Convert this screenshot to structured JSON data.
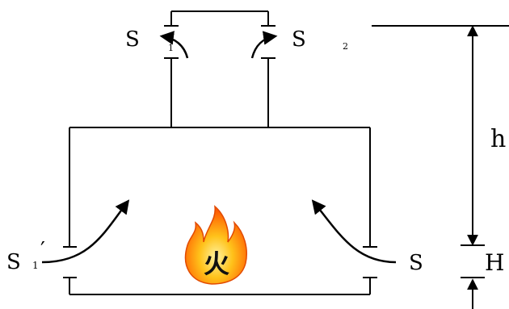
{
  "labels": {
    "s1": "S",
    "s1_sub": "1",
    "s2": "S",
    "s2_sub": "2",
    "s1_prime": "S",
    "s1_prime_sub": "1",
    "s1_prime_mark": "′",
    "s_right": "S",
    "height_h": "h",
    "height_H": "H",
    "fire_char": "火"
  }
}
